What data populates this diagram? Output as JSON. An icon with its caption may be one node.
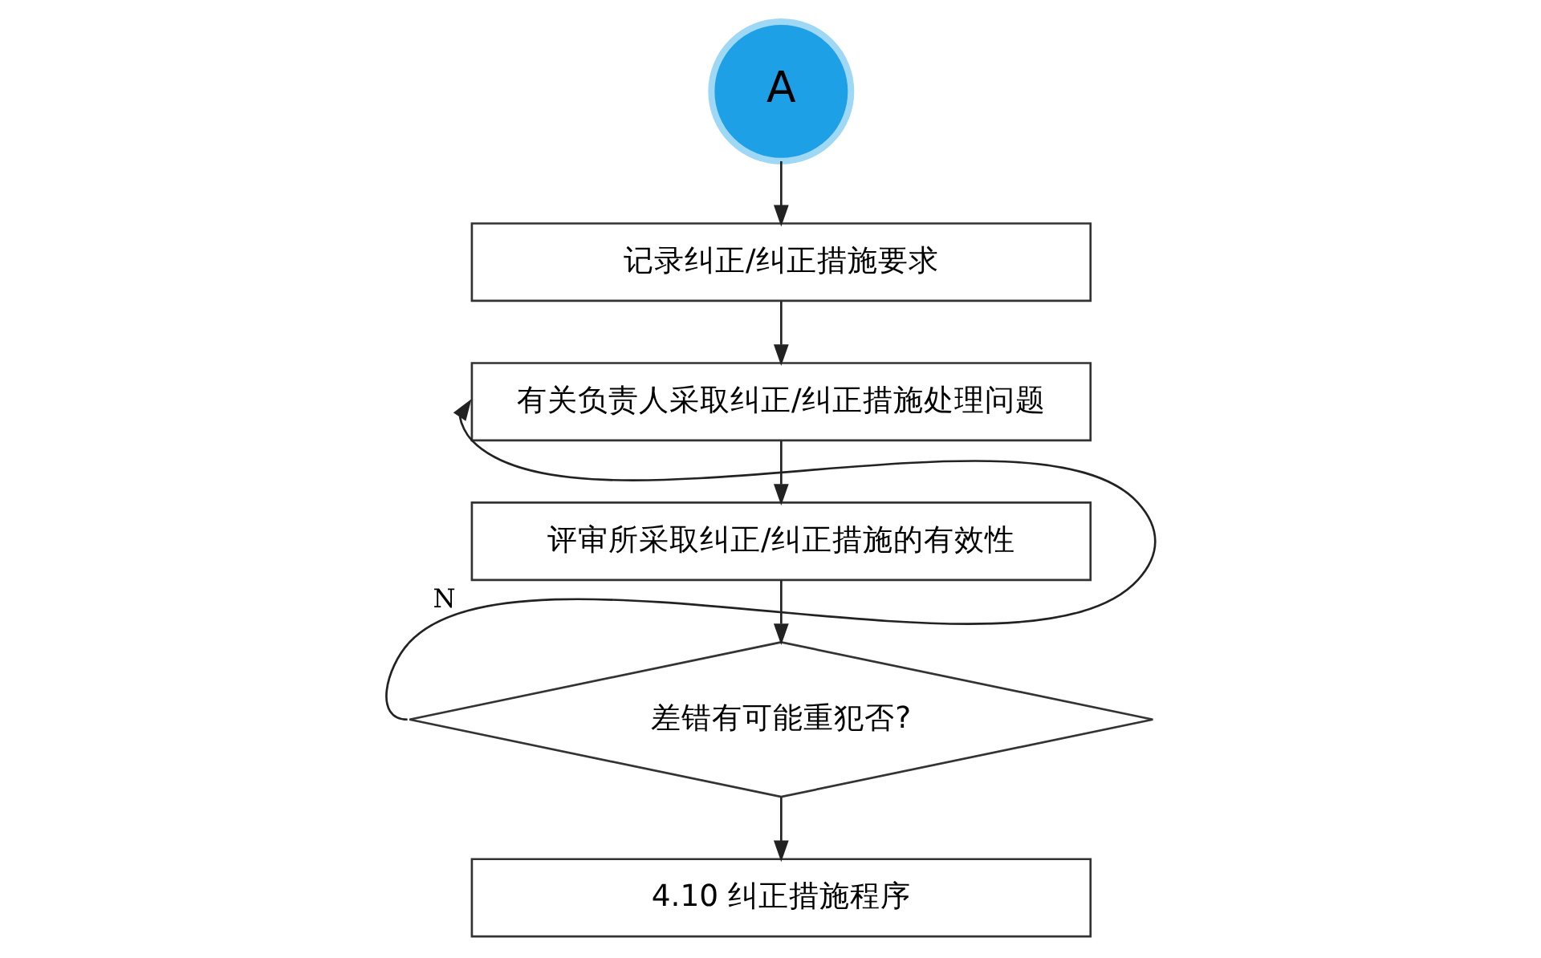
{
  "diagram": {
    "nodes": [
      {
        "text": [
          "A"
        ]
      },
      {
        "text": [
          "记录纠正/纠正措施要求"
        ]
      },
      {
        "text": [
          "有关负责人采取纠正/纠正措施处理问题"
        ]
      },
      {
        "text": [
          "评审所采取纠正/纠正措施的有效性"
        ]
      },
      {
        "text": [
          "差错有可能重犯否?"
        ]
      },
      {
        "text": [
          "4.10 纠正措施程序"
        ]
      }
    ],
    "edges": [
      {
        "from": 0,
        "to": 1,
        "arrow": "to"
      },
      {
        "from": 1,
        "to": 2,
        "arrow": "to"
      },
      {
        "from": 2,
        "to": 3,
        "arrow": "to"
      },
      {
        "from": 3,
        "to": 4,
        "arrow": "to"
      },
      {
        "from": 4,
        "to": 2,
        "arrow": "to",
        "label": "N"
      },
      {
        "from": 4,
        "to": 5,
        "arrow": "to"
      }
    ]
  }
}
